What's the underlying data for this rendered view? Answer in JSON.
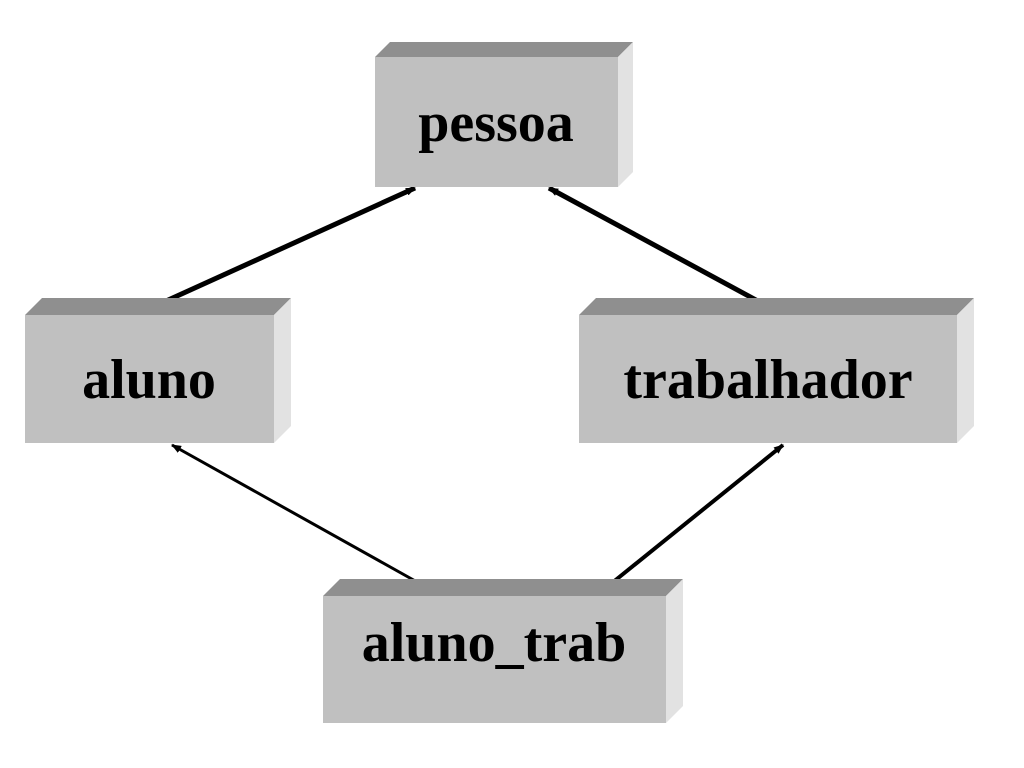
{
  "diagram": {
    "colors": {
      "box_front": "#c0c0c0",
      "box_top": "#8f8f8f",
      "box_side": "#e2e2e2",
      "text": "#000000",
      "arrow": "#000000",
      "background": "#ffffff"
    },
    "nodes": [
      {
        "id": "pessoa",
        "label": "pessoa"
      },
      {
        "id": "aluno",
        "label": "aluno"
      },
      {
        "id": "trabalhador",
        "label": "trabalhador"
      },
      {
        "id": "aluno_trab",
        "label": "aluno_trab"
      }
    ],
    "edges": [
      {
        "from": "aluno",
        "to": "pessoa"
      },
      {
        "from": "trabalhador",
        "to": "pessoa"
      },
      {
        "from": "aluno_trab",
        "to": "aluno"
      },
      {
        "from": "aluno_trab",
        "to": "trabalhador"
      }
    ]
  }
}
